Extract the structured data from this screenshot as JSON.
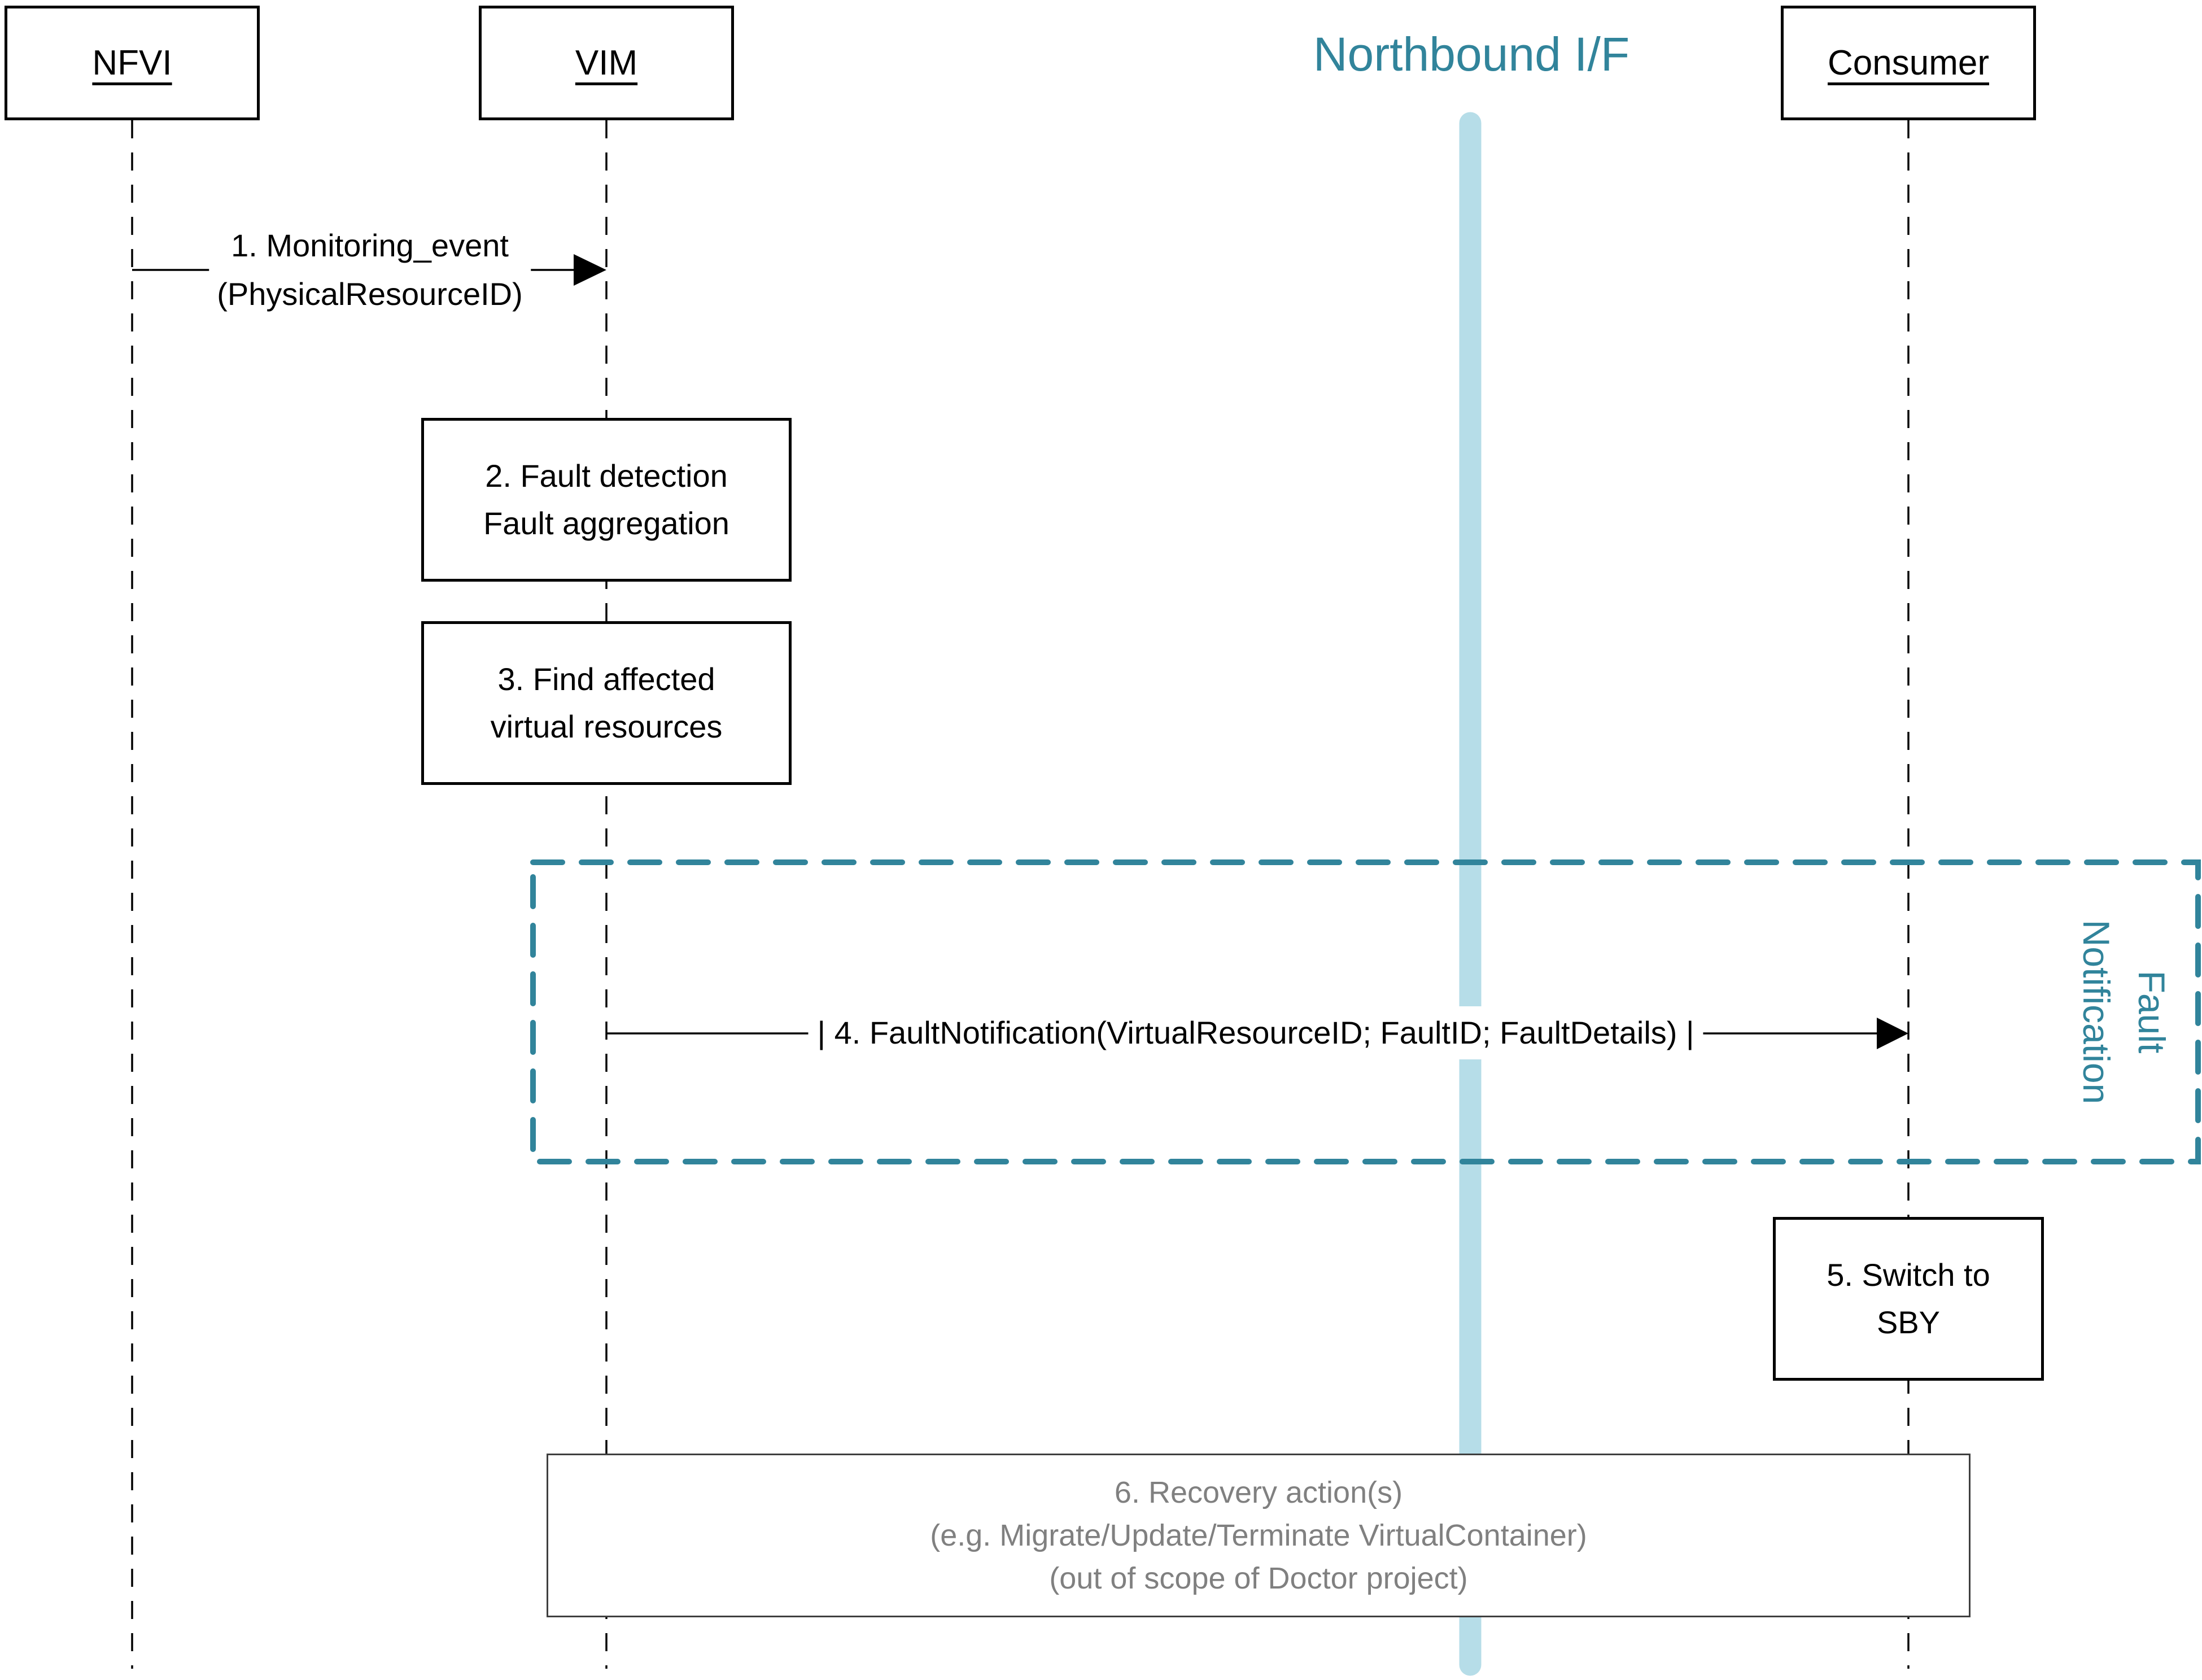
{
  "colors": {
    "teal": "#31849B",
    "light_blue": "#B6DDE8",
    "gray_text": "#808080",
    "gray_border": "#3F3F3F",
    "black": "#000000"
  },
  "actors": [
    {
      "label": "NFVI"
    },
    {
      "label": "VIM"
    },
    {
      "label": "Northbound I/F"
    },
    {
      "label": "Consumer"
    }
  ],
  "messages": {
    "m1": {
      "line1": "1. Monitoring_event",
      "line2": "(PhysicalResourceID)"
    },
    "m4": {
      "text": "| 4. FaultNotification(VirtualResourceID; FaultID; FaultDetails) |"
    }
  },
  "steps": {
    "s2": {
      "line1": "2. Fault detection",
      "line2": "Fault aggregation"
    },
    "s3": {
      "line1": "3. Find affected",
      "line2": "virtual resources"
    },
    "s5": {
      "line1": "5. Switch to",
      "line2": "SBY"
    },
    "s6": {
      "line1": "6. Recovery action(s)",
      "line2": "(e.g. Migrate/Update/Terminate VirtualContainer)",
      "line3": "(out of scope of Doctor project)"
    }
  },
  "region": {
    "line1": "Fault",
    "line2": "Notification"
  }
}
